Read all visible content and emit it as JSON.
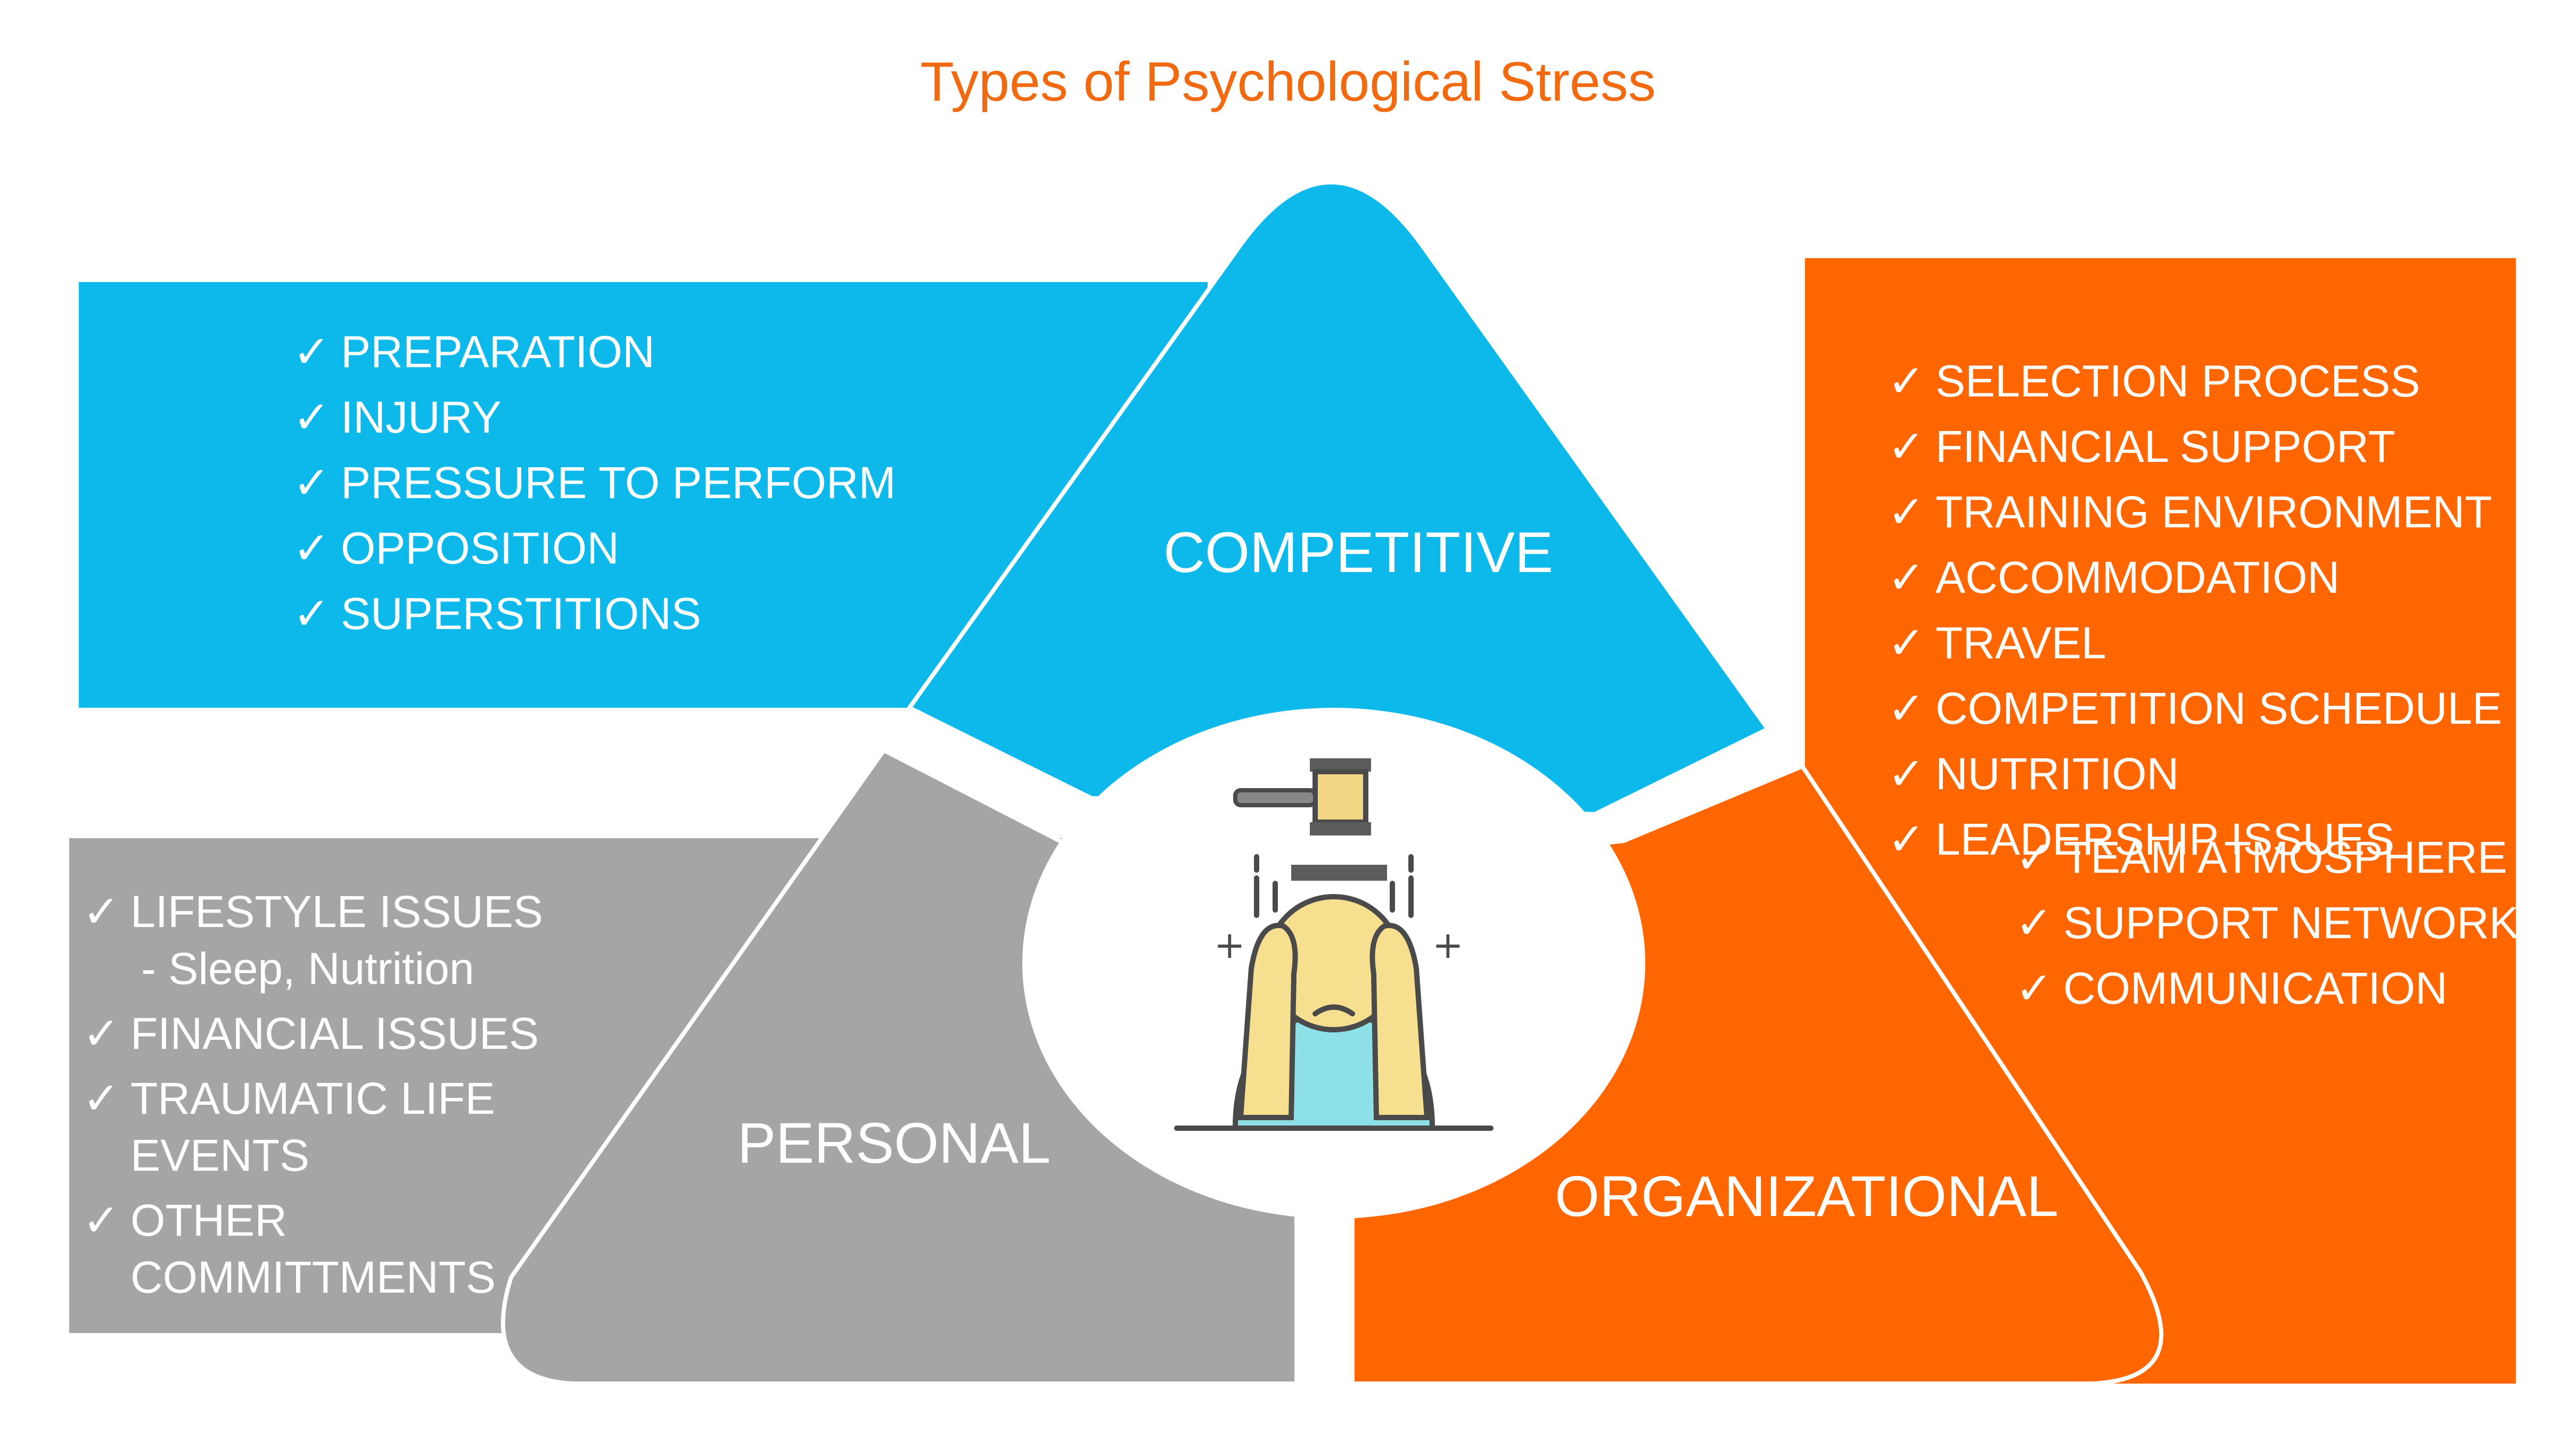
{
  "title": "Types of Psychological Stress",
  "colors": {
    "title": "#f26a10",
    "competitive": "#0cb9ea",
    "personal": "#a5a5a5",
    "organizational": "#ff6600"
  },
  "check_icon": "checkmark-icon",
  "center_icon": "stressed-person-with-gavel-icon",
  "competitive": {
    "label": "COMPETITIVE",
    "items": [
      "PREPARATION",
      "INJURY",
      "PRESSURE TO PERFORM",
      "OPPOSITION",
      "SUPERSTITIONS"
    ]
  },
  "organizational": {
    "label": "ORGANIZATIONAL",
    "items": [
      "SELECTION PROCESS",
      "FINANCIAL SUPPORT",
      "TRAINING ENVIRONMENT",
      "ACCOMMODATION",
      "TRAVEL",
      "COMPETITION SCHEDULE",
      "NUTRITION",
      "LEADERSHIP ISSUES"
    ],
    "items_extra": [
      "TEAM ATMOSPHERE",
      "SUPPORT NETWORK",
      "COMMUNICATION"
    ]
  },
  "personal": {
    "label": "PERSONAL",
    "items": [
      {
        "text": "LIFESTYLE ISSUES",
        "sub": "- Sleep, Nutrition"
      },
      {
        "text": "FINANCIAL ISSUES"
      },
      {
        "text": "TRAUMATIC LIFE",
        "line2": "EVENTS"
      },
      {
        "text": "OTHER",
        "line2": "COMMITTMENTS"
      }
    ]
  }
}
